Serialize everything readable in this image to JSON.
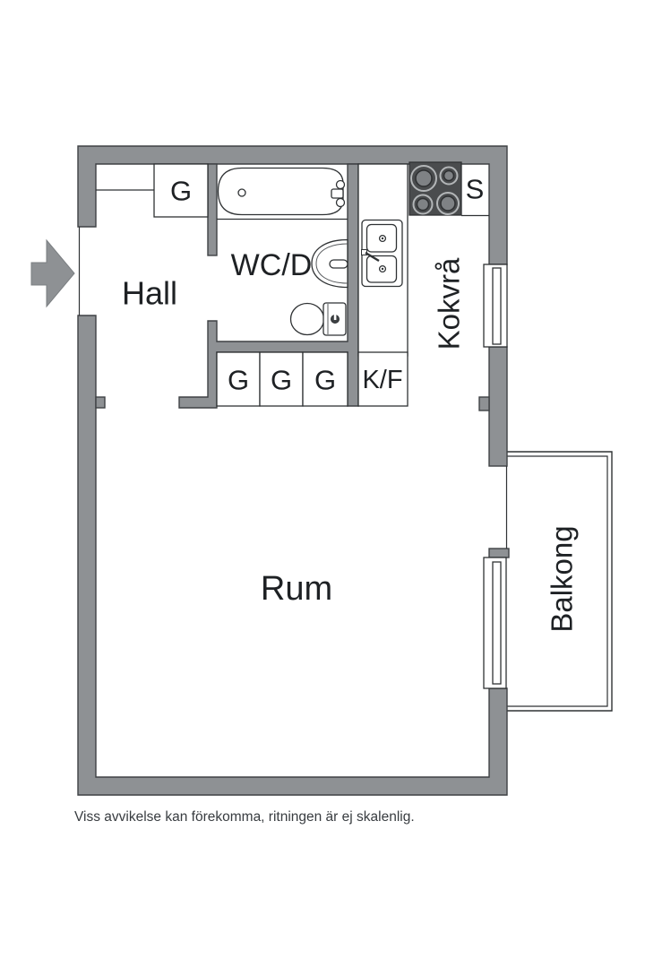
{
  "floorplan": {
    "room_labels": {
      "hall": "Hall",
      "bathroom": "WC/D",
      "kitchenette": "Kokvrå",
      "living_room": "Rum",
      "balcony": "Balkong"
    },
    "fixture_labels": {
      "wardrobe": "G",
      "stove": "S",
      "fridge_freezer": "K/F"
    },
    "footnote": "Viss avvikelse kan förekomma, ritningen är ej skalenlig.",
    "colors": {
      "wall": "#8E9194",
      "wall_outline": "#3E4144",
      "stove_dark": "#4A4C4E",
      "fixture_line": "#2F3234",
      "text": "#1E2124"
    }
  }
}
